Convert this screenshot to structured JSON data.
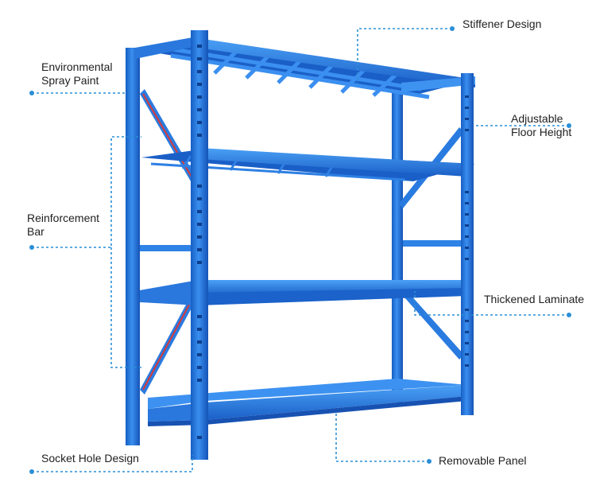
{
  "labels": {
    "environmental_spray_paint": [
      "Environmental",
      "Spray Paint"
    ],
    "stiffener_design": "Stiffener Design",
    "adjustable_floor_height": [
      "Adjustable",
      "Floor Height"
    ],
    "reinforcement_bar": [
      "Reinforcement",
      "Bar"
    ],
    "thickened_laminate": "Thickened Laminate",
    "socket_hole_design": "Socket Hole Design",
    "removable_panel": "Removable Panel"
  },
  "colors": {
    "rack_blue": "#1f6fd9",
    "rack_light": "#3d90ee",
    "rack_dark": "#1252b0",
    "brace_red": "#d63a3a",
    "leader_line": "#2b8fd6"
  }
}
